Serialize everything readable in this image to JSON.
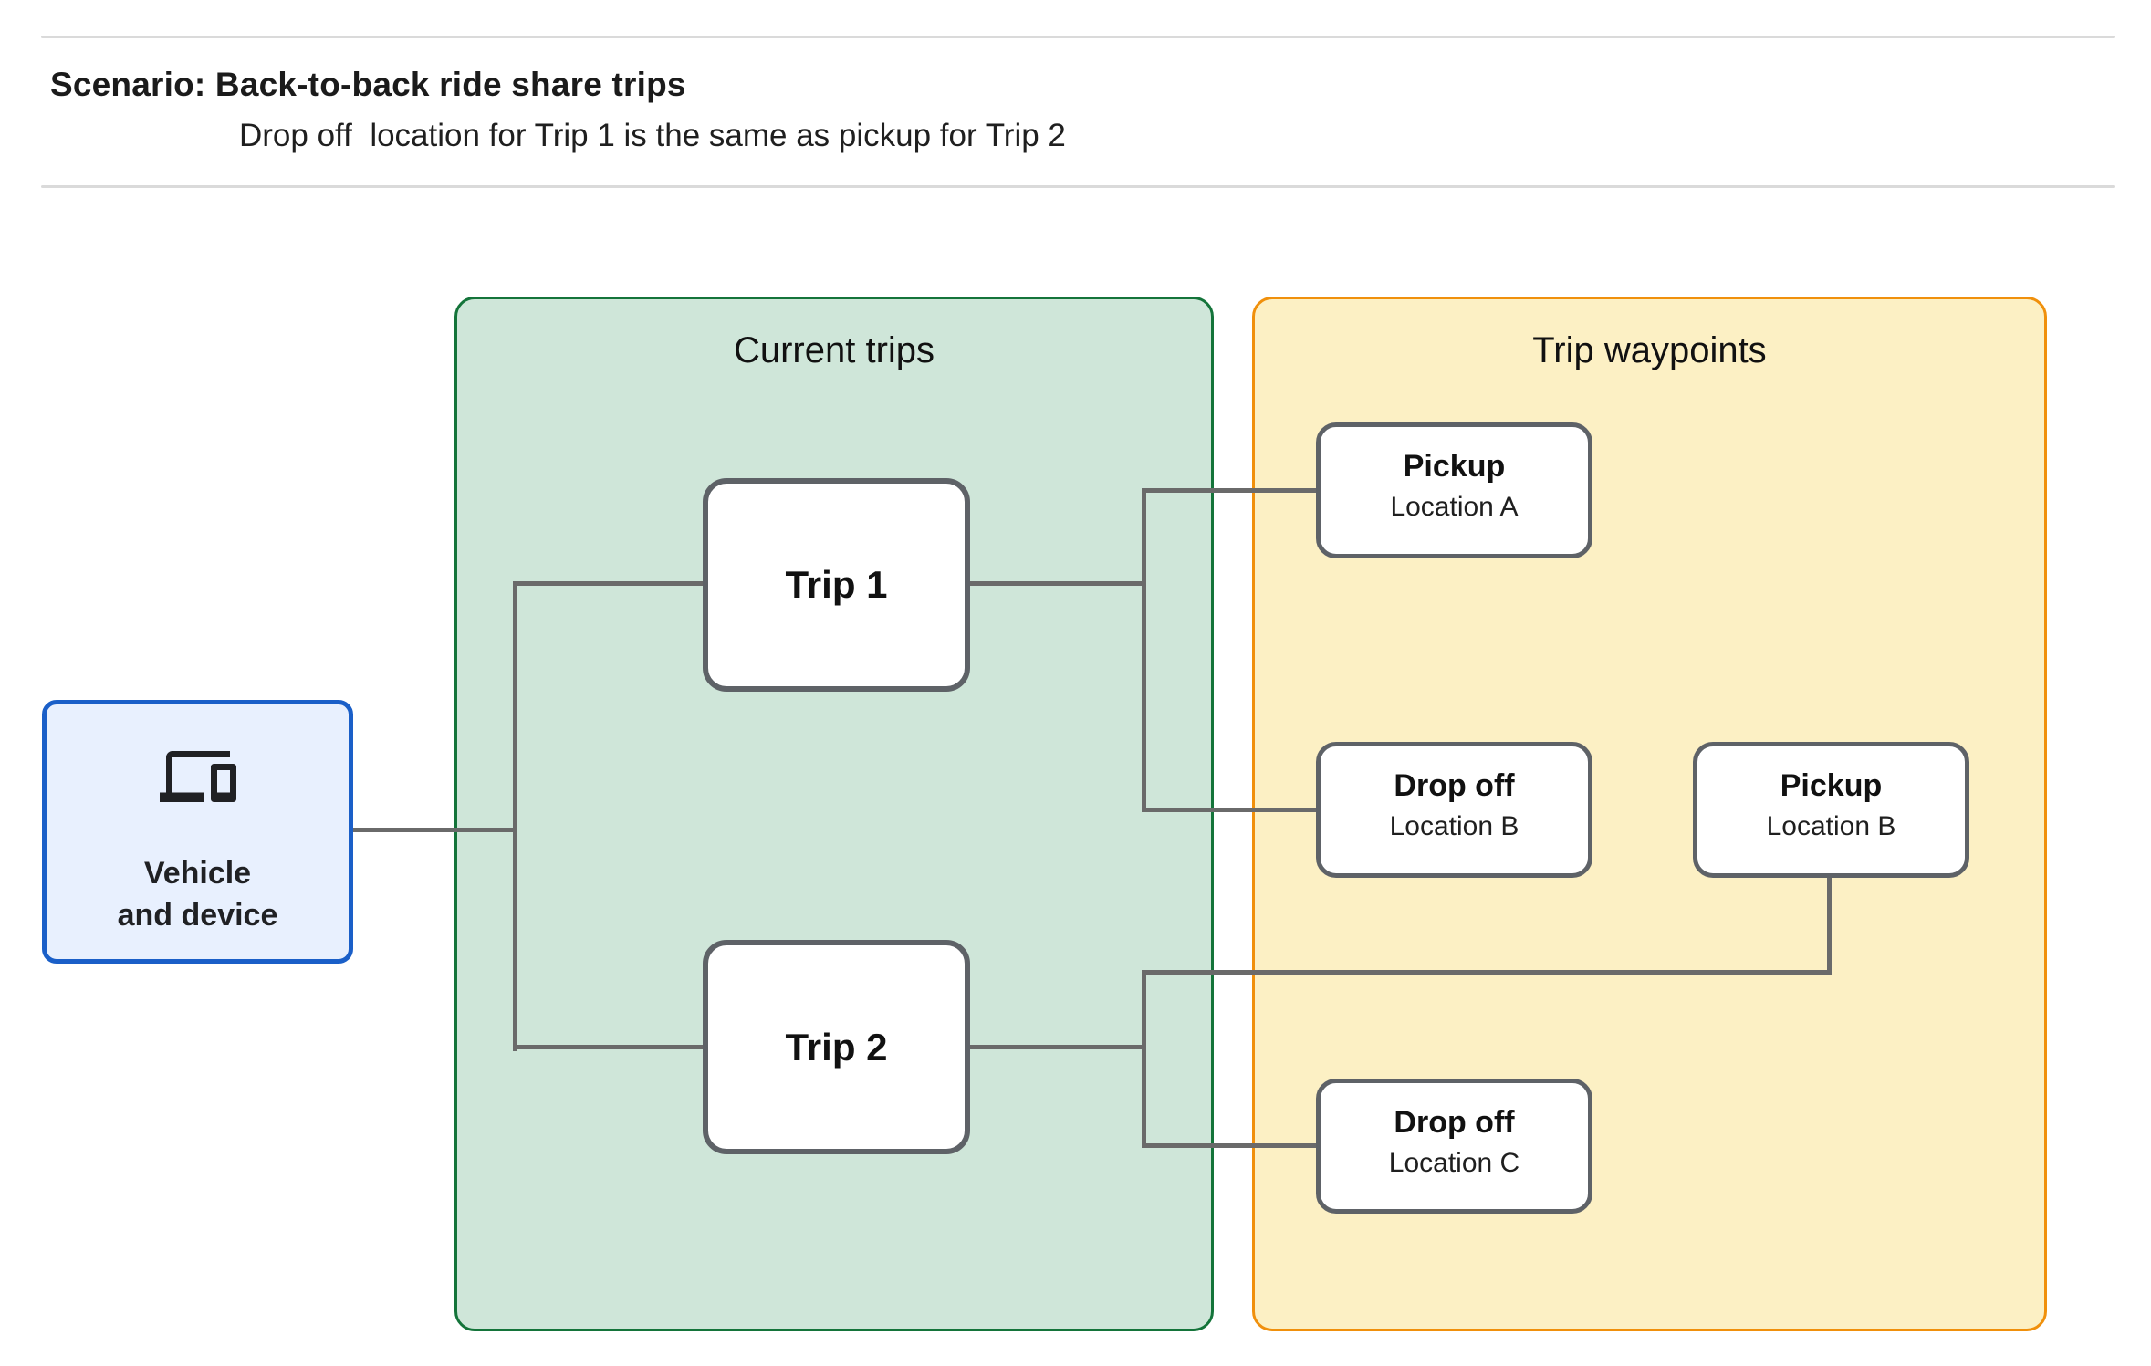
{
  "header": {
    "title": "Scenario: Back-to-back ride share trips",
    "subtitle": "Drop off  location for Trip 1 is the same as pickup for Trip 2"
  },
  "vehicle": {
    "icon": "devices-icon",
    "label_line1": "Vehicle",
    "label_line2": "and device"
  },
  "panels": {
    "current_trips": {
      "title": "Current trips",
      "fill": "#cfe6d9",
      "border": "#14743a",
      "trips": [
        {
          "label": "Trip 1"
        },
        {
          "label": "Trip 2"
        }
      ]
    },
    "trip_waypoints": {
      "title": "Trip waypoints",
      "fill": "#fcf0c4",
      "border": "#f0900c",
      "waypoints": [
        {
          "type": "Pickup",
          "location": "Location A"
        },
        {
          "type": "Drop off",
          "location": "Location B"
        },
        {
          "type": "Pickup",
          "location": "Location B"
        },
        {
          "type": "Drop off",
          "location": "Location C"
        }
      ]
    }
  },
  "colors": {
    "blue_border": "#1a5fc8",
    "blue_fill": "#e8f0fe",
    "green_border": "#14743a",
    "green_fill": "#cfe6d9",
    "orange_border": "#f0900c",
    "orange_fill": "#fcf0c4",
    "node_border": "#5e6267",
    "connector": "#6a6a6a",
    "divider": "#dadada",
    "text": "#202124"
  }
}
